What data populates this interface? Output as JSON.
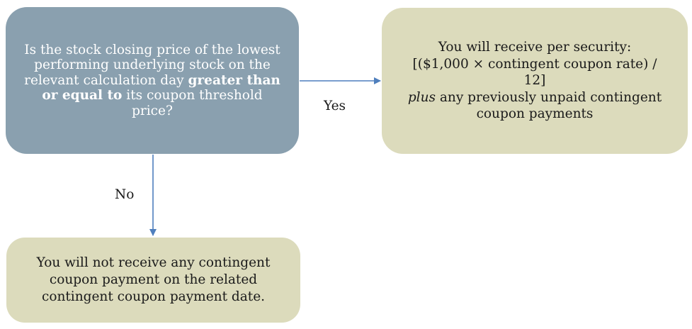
{
  "question": {
    "before": "Is the stock closing price of the lowest performing underlying stock on the relevant calculation day ",
    "bold": "greater than or equal to",
    "after": " its coupon threshold price?"
  },
  "yes_box": {
    "line1": "You will receive per security:",
    "line2": "[($1,000 × contingent coupon rate) / 12]",
    "italic": "plus",
    "rest": " any previously unpaid contingent coupon payments"
  },
  "no_box": {
    "text": "You will not receive any contingent coupon payment on the related contingent coupon payment date."
  },
  "labels": {
    "yes": "Yes",
    "no": "No"
  },
  "colors": {
    "question_fill": "#8aa0af",
    "outcome_fill": "#dcdbbc",
    "arrow": "#4f7fbd"
  }
}
